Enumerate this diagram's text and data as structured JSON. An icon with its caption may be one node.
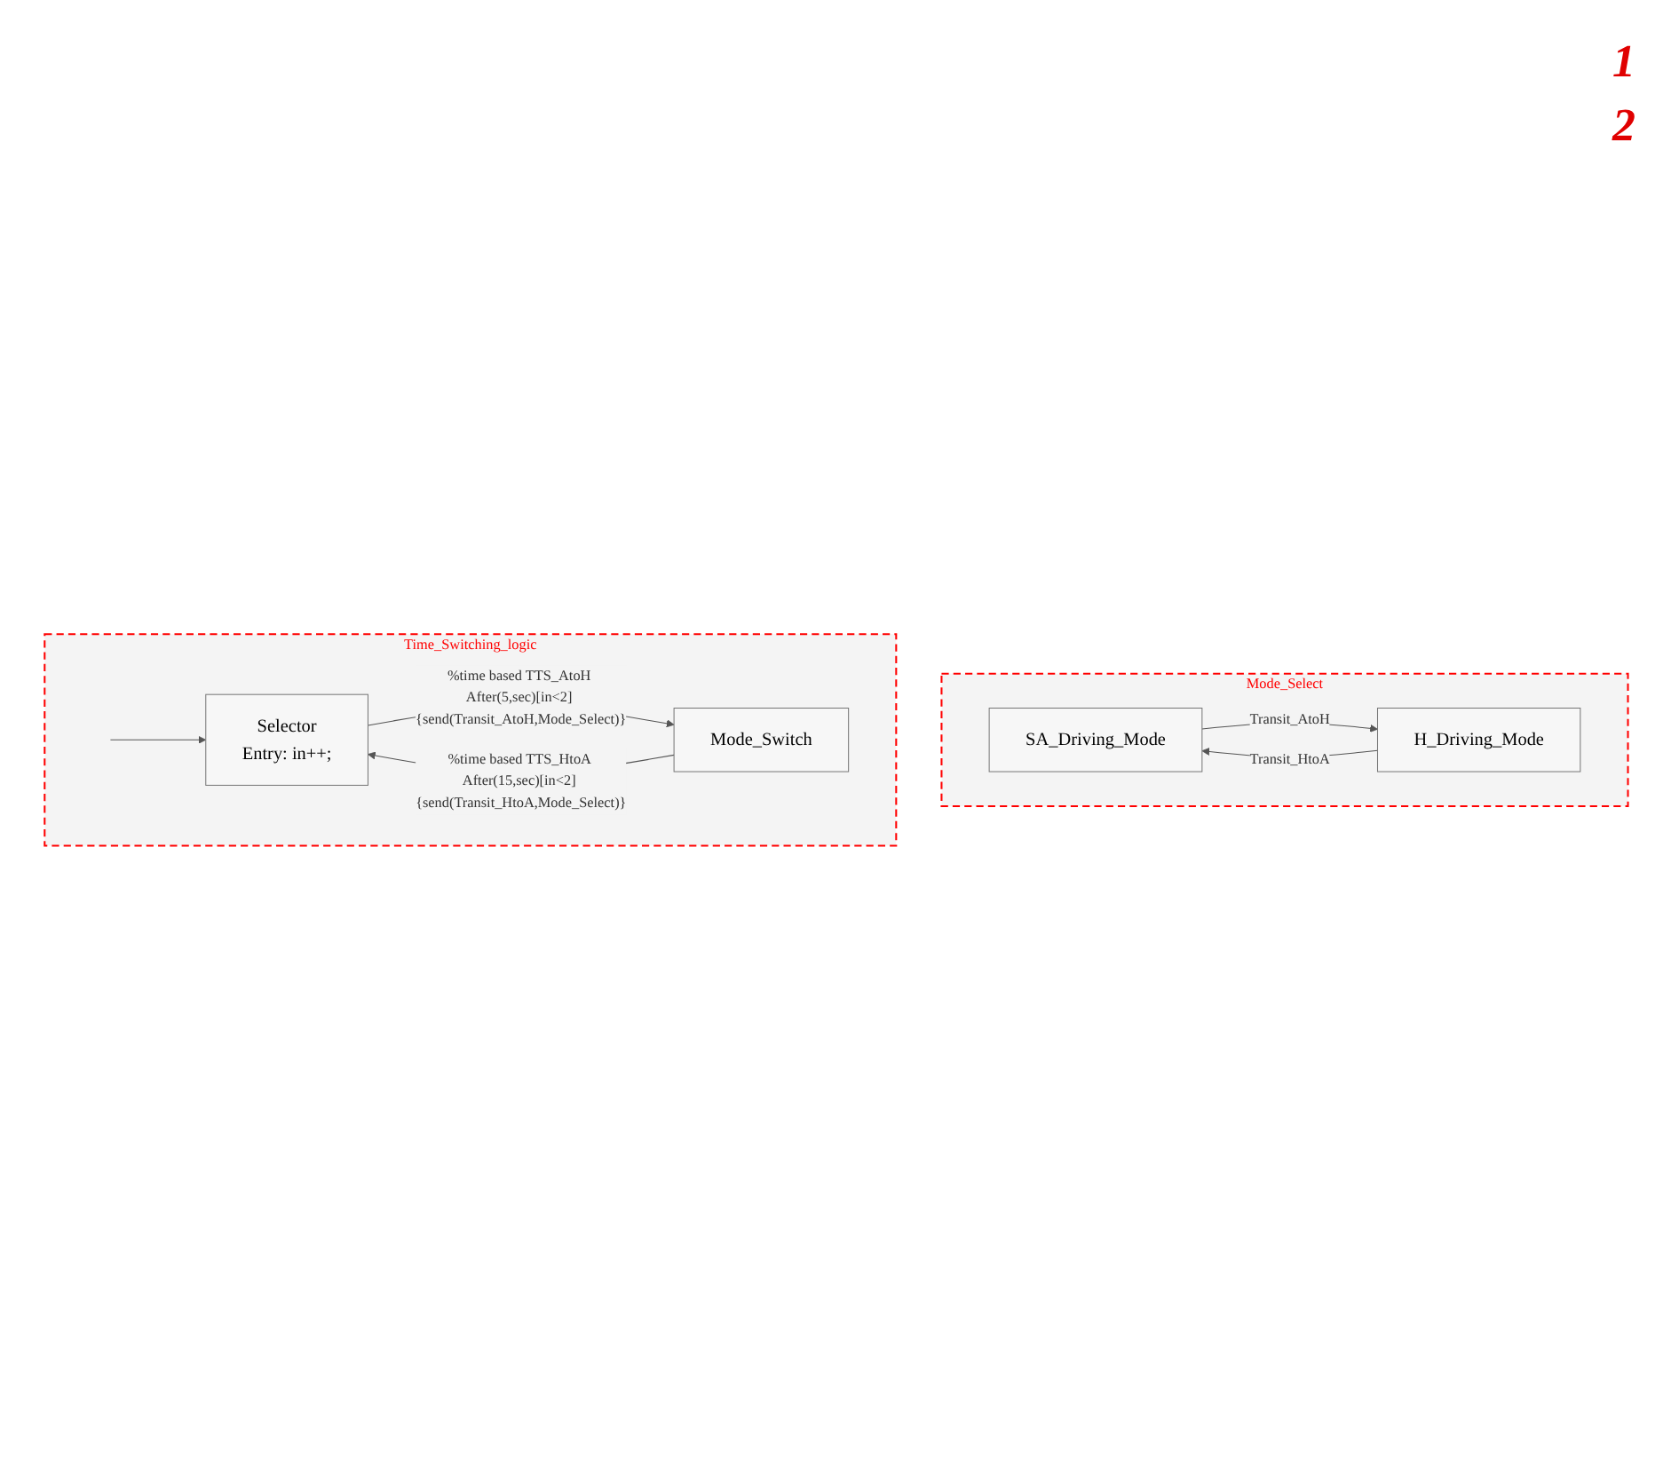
{
  "diagram": {
    "nodes": [
      {
        "text": [
          "Mode_Select"
        ]
      },
      {
        "text": [
          "SA_Driving_Mode"
        ],
        "in": 0
      },
      {
        "text": [
          "H_Driving_Mode"
        ],
        "in": 0
      },
      {
        "text": [
          "Time_Switching_logic"
        ]
      },
      {
        "text": [
          "Selector",
          "Entry: in++;"
        ],
        "in": 3
      },
      {
        "text": [
          "Mode_Switch"
        ],
        "in": 3
      }
    ],
    "edges": [
      {
        "from": 1,
        "to": 2,
        "arrow": "to",
        "label": "Transit_AtoH"
      },
      {
        "from": 2,
        "to": 1,
        "arrow": "to",
        "label": "Transit_HtoA"
      },
      {
        "from": null,
        "to": 4,
        "arrow": "to"
      },
      {
        "from": 4,
        "to": 5,
        "arrow": "to",
        "label": "%time based TTS_AtoH After(5,sec)[in<2] {send(Transit_AtoH,Mode_Select)}"
      },
      {
        "from": 5,
        "to": 4,
        "arrow": "to",
        "label": "%time based TTS_HtoA After(15,sec)[in<2] {send(Transit_HtoA,Mode_Select)}"
      }
    ],
    "labels": [
      "1",
      "2"
    ]
  }
}
